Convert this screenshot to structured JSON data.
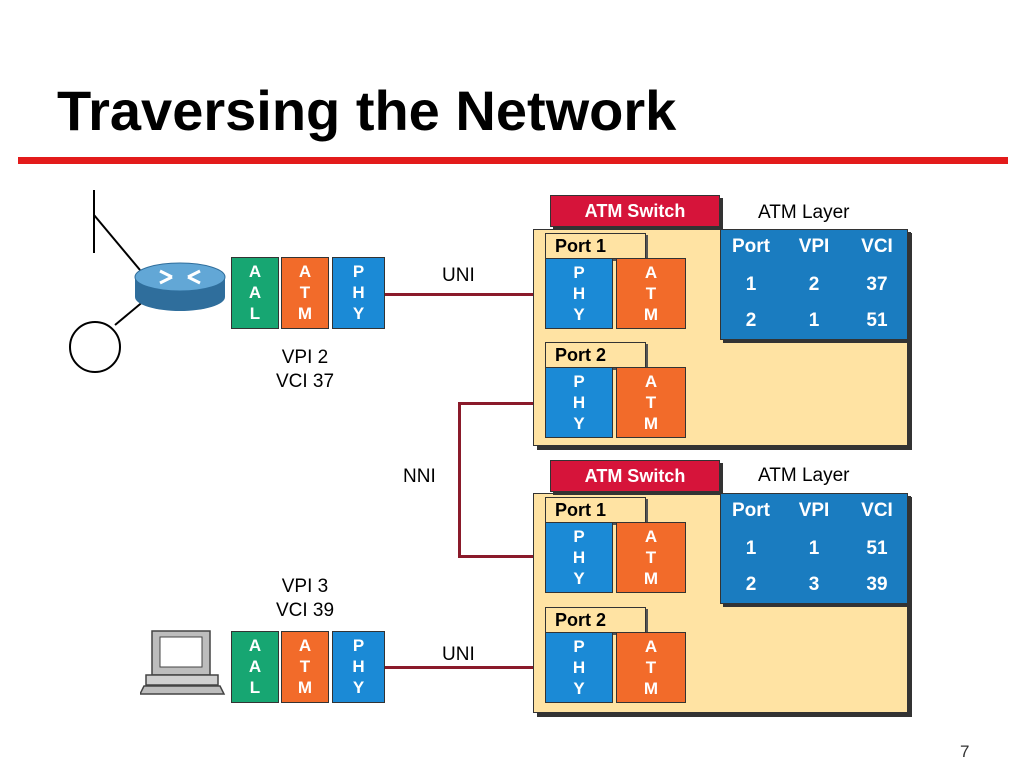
{
  "slide": {
    "title": "Traversing the Network",
    "page_number": "7"
  },
  "colors": {
    "accent_rule": "#e31b1b",
    "switch_title": "#d6143a",
    "panel": "#ffe3a3",
    "aal": "#17a672",
    "atm": "#f26b2a",
    "phy": "#1b8ad6",
    "table": "#1a7cc0",
    "wire": "#8a1a2a"
  },
  "router": {
    "icon": "router-icon",
    "stack": {
      "aal": [
        "A",
        "A",
        "L"
      ],
      "atm": [
        "A",
        "T",
        "M"
      ],
      "phy": [
        "P",
        "H",
        "Y"
      ]
    },
    "vpi": "VPI 2",
    "vci": "VCI 37"
  },
  "workstation": {
    "icon": "computer-icon",
    "stack": {
      "aal": [
        "A",
        "A",
        "L"
      ],
      "atm": [
        "A",
        "T",
        "M"
      ],
      "phy": [
        "P",
        "H",
        "Y"
      ]
    },
    "vpi": "VPI 3",
    "vci": "VCI 39"
  },
  "links": {
    "uni_top": "UNI",
    "nni": "NNI",
    "uni_bottom": "UNI"
  },
  "switches": [
    {
      "title": "ATM Switch",
      "layer_label": "ATM Layer",
      "ports": [
        {
          "label": "Port 1",
          "phy": [
            "P",
            "H",
            "Y"
          ],
          "atm": [
            "A",
            "T",
            "M"
          ]
        },
        {
          "label": "Port 2",
          "phy": [
            "P",
            "H",
            "Y"
          ],
          "atm": [
            "A",
            "T",
            "M"
          ]
        }
      ],
      "table": {
        "headers": [
          "Port",
          "VPI",
          "VCI"
        ],
        "rows": [
          [
            "1",
            "2",
            "37"
          ],
          [
            "2",
            "1",
            "51"
          ]
        ]
      }
    },
    {
      "title": "ATM Switch",
      "layer_label": "ATM Layer",
      "ports": [
        {
          "label": "Port 1",
          "phy": [
            "P",
            "H",
            "Y"
          ],
          "atm": [
            "A",
            "T",
            "M"
          ]
        },
        {
          "label": "Port 2",
          "phy": [
            "P",
            "H",
            "Y"
          ],
          "atm": [
            "A",
            "T",
            "M"
          ]
        }
      ],
      "table": {
        "headers": [
          "Port",
          "VPI",
          "VCI"
        ],
        "rows": [
          [
            "1",
            "1",
            "51"
          ],
          [
            "2",
            "3",
            "39"
          ]
        ]
      }
    }
  ]
}
